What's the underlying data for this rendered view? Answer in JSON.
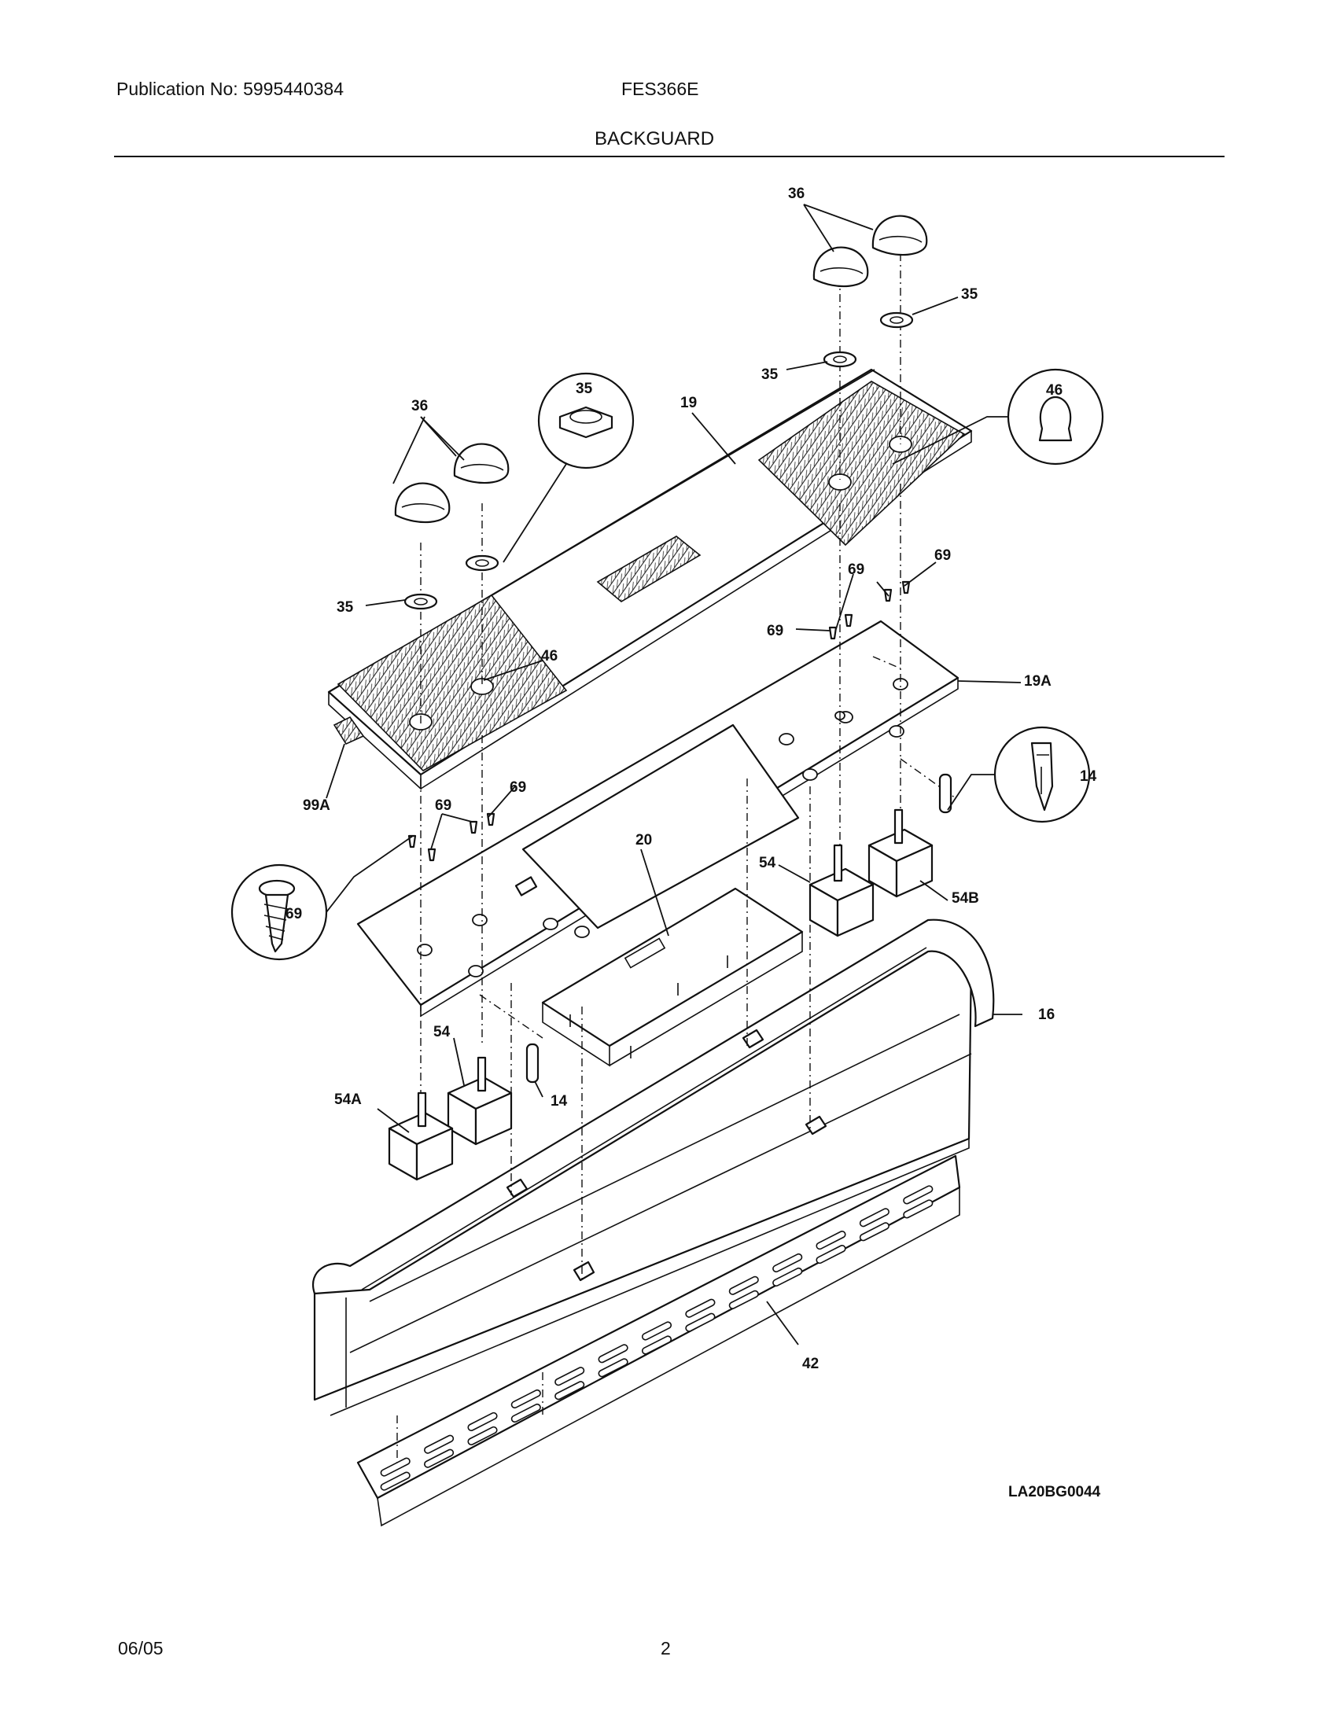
{
  "header": {
    "publication": "Publication No: 5995440384",
    "model": "FES366E",
    "section": "BACKGUARD"
  },
  "footer": {
    "date": "06/05",
    "page": "2"
  },
  "diagram": {
    "code": "LA20BG0044",
    "callouts": {
      "c36_top": "36",
      "c35_right": "35",
      "c35_mid": "35",
      "c46_circle": "46",
      "c36_left": "36",
      "c35_circle": "35",
      "c19": "19",
      "c35_left": "35",
      "c46_panel": "46",
      "c69_a": "69",
      "c69_b": "69",
      "c69_c": "69",
      "c19A": "19A",
      "c99A": "99A",
      "c69_d": "69",
      "c69_e": "69",
      "c14_circle": "14",
      "c20": "20",
      "c54_right": "54",
      "c54B": "54B",
      "c69_circle": "69",
      "c16": "16",
      "c54_left": "54",
      "c14_small": "14",
      "c54A": "54A",
      "c42": "42"
    }
  }
}
